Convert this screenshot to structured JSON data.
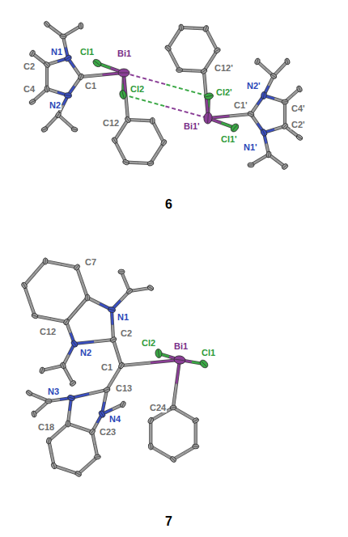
{
  "diagram": {
    "labels": [
      "Cl1",
      "Bi1",
      "Cl2'",
      "C12'",
      "N2'",
      "N1",
      "C2",
      "C4",
      "C1",
      "C4'",
      "N2",
      "Cl2",
      "Bi1'",
      "C1'",
      "C2'",
      "C12",
      "Cl1'",
      "N1'",
      "6",
      "C7",
      "N1",
      "C12",
      "N2",
      "C2",
      "Cl2",
      "Bi1",
      "Cl1",
      "C1",
      "C13",
      "N3",
      "N4",
      "C18",
      "C23",
      "C24",
      "7"
    ]
  }
}
